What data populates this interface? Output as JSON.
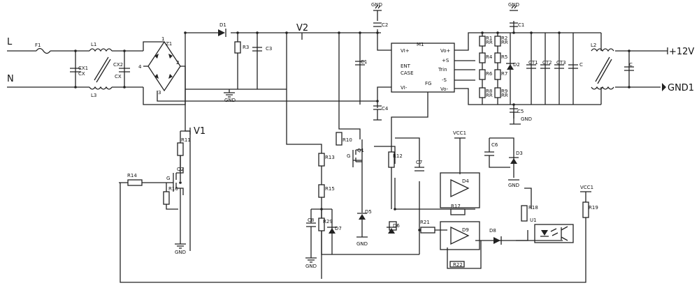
{
  "terminals": {
    "line": "L",
    "neutral": "N",
    "out_pos": "+12V",
    "out_neg": "GND1",
    "v1": "V1",
    "v2": "V2"
  },
  "labels": {
    "F1": "F1",
    "L1": "L1",
    "L3": "L3",
    "CX1": "CX1",
    "CX_a": "CX",
    "CX2": "CX2",
    "CX_b": "CX",
    "Z1": "Z1",
    "b1": "1",
    "b2": "2",
    "b3": "3",
    "b4": "4",
    "D1": "D1",
    "R3": "R3",
    "C3": "C3",
    "GND_a": "GND",
    "GND_c2": "GND",
    "C2": "C2",
    "C1": "C1",
    "C4": "C4",
    "M1": "M1",
    "VIp": "VI+",
    "ENT": "ENT",
    "CASE": "CASE",
    "VIm": "VI-",
    "FG": "FG",
    "Vop": "Vo+",
    "Sp": "+S",
    "Trin": "Trin",
    "Sm": "-S",
    "Vom": "Vo-",
    "R1": "R1",
    "R2": "R2",
    "R4": "R4",
    "R5": "R5",
    "R6": "R6",
    "R7": "R7",
    "R8": "R8",
    "R9": "R9",
    "RR": "RR",
    "D2": "D2",
    "CT1": "CT1",
    "CT2": "CT2",
    "CT3": "CT3",
    "Cc": "C",
    "L2": "L2",
    "C1b": "C1",
    "C5": "C5",
    "GND_out": "GND",
    "GND_top": "GND",
    "Cout": "C",
    "R11": "R11",
    "R14": "R14",
    "R16": "R16",
    "Q2": "Q2",
    "G2": "G",
    "GND_q2": "GND",
    "R13": "R13",
    "R15": "R15",
    "C8": "C8",
    "R29": "R29",
    "D7": "D7",
    "GND_l": "GND",
    "R10": "R10",
    "Q1": "Q1",
    "G1": "G",
    "D5": "D5",
    "GND_d5": "GND",
    "R12": "R12",
    "C7": "C7",
    "D6": "D6",
    "R21": "R21",
    "VCC1": "VCC1",
    "D4": "D4",
    "C6": "C6",
    "D3": "D3",
    "GND_d3": "GND",
    "R17": "R17",
    "D9": "D9",
    "D8": "D8",
    "R22": "R22",
    "R18": "R18",
    "U1": "U1",
    "VCC1b": "VCC1",
    "R19": "R19"
  },
  "colors": {
    "wire": "#222222",
    "background": "#ffffff"
  }
}
